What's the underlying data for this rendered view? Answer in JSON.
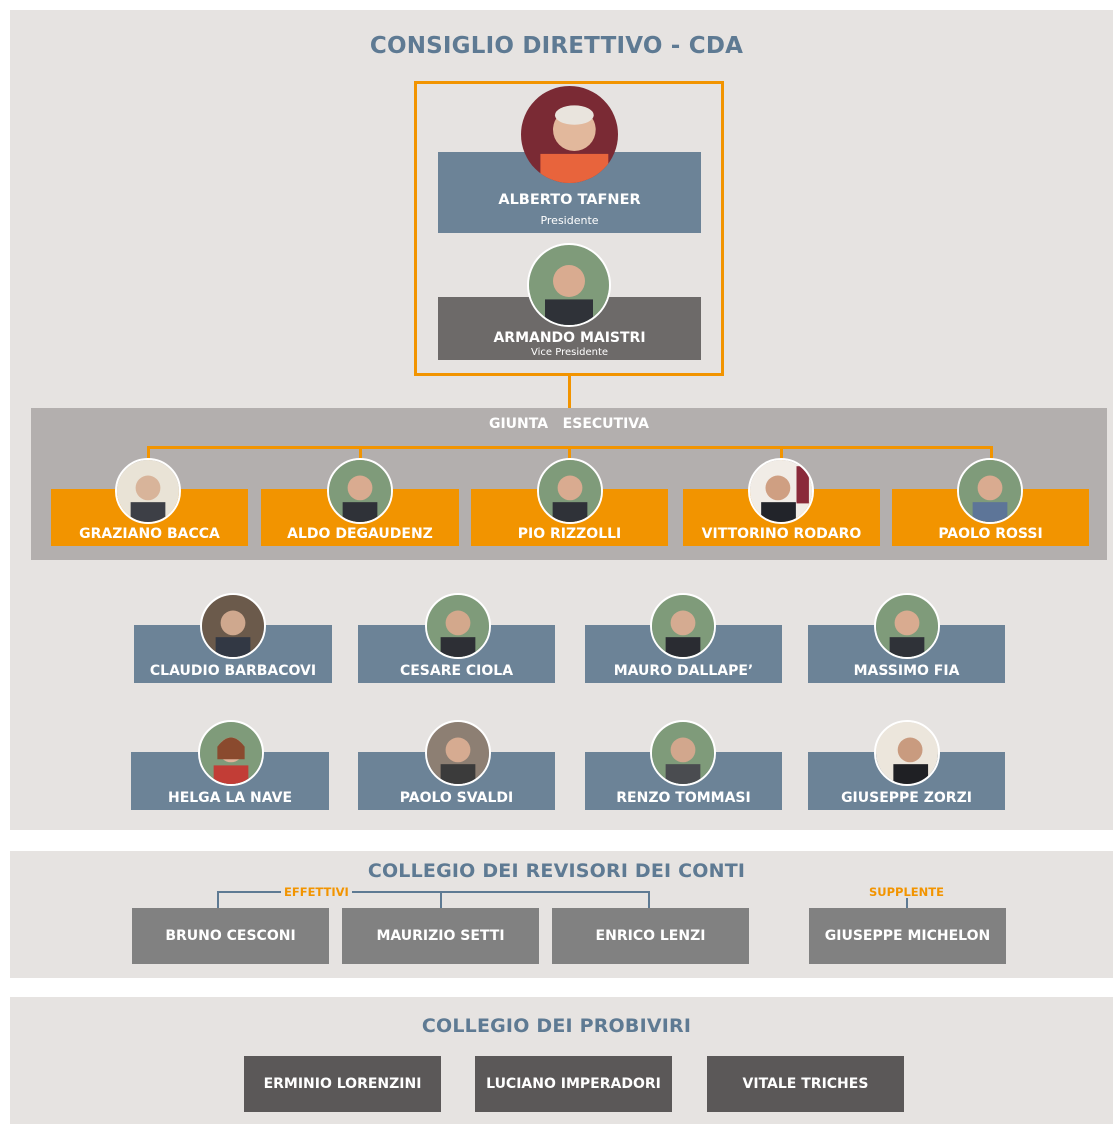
{
  "colors": {
    "background_panel": "#e6e3e1",
    "accent_orange": "#f29400",
    "steel_blue": "#6c8397",
    "dark_gray": "#6d6a69",
    "mid_gray": "#818181",
    "charcoal": "#5b5858",
    "title_blue": "#5e7a93"
  },
  "cda": {
    "title": "CONSIGLIO DIRETTIVO  - CDA",
    "presidente": {
      "name": "ALBERTO TAFNER",
      "role": "Presidente"
    },
    "vice": {
      "name": "ARMANDO MAISTRI",
      "role": "Vice Presidente"
    }
  },
  "giunta": {
    "title": "GIUNTA   ESECUTIVA",
    "members": [
      "GRAZIANO BACCA",
      "ALDO DEGAUDENZ",
      "PIO RIZZOLLI",
      "VITTORINO RODARO",
      "PAOLO ROSSI"
    ]
  },
  "consiglieri": {
    "row1": [
      "CLAUDIO BARBACOVI",
      "CESARE CIOLA",
      "MAURO DALLAPE’",
      "MASSIMO FIA"
    ],
    "row2": [
      "HELGA LA NAVE",
      "PAOLO SVALDI",
      "RENZO TOMMASI",
      "GIUSEPPE ZORZI"
    ]
  },
  "revisori": {
    "title": "COLLEGIO DEI REVISORI DEI CONTI",
    "effettivi_label": "EFFETTIVI",
    "supplente_label": "SUPPLENTE",
    "effettivi": [
      "BRUNO CESCONI",
      "MAURIZIO SETTI",
      "ENRICO LENZI"
    ],
    "supplente": "GIUSEPPE MICHELON"
  },
  "probiviri": {
    "title": "COLLEGIO DEI PROBIVIRI",
    "members": [
      "ERMINIO LORENZINI",
      "LUCIANO IMPERADORI",
      "VITALE TRICHES"
    ]
  }
}
